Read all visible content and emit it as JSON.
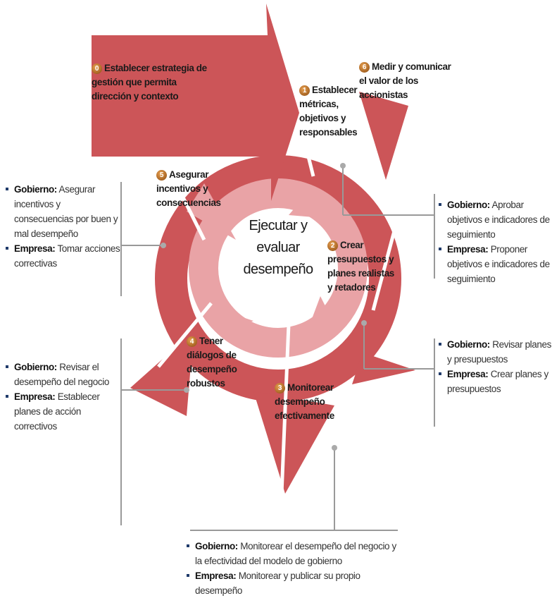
{
  "center_label": "Ejecutar y evaluar desempeño",
  "steps": [
    {
      "num": "0",
      "text": "Establecer estrategia de gestión que permita dirección y contexto"
    },
    {
      "num": "1",
      "text": "Establecer métricas, objetivos y responsables"
    },
    {
      "num": "2",
      "text": "Crear presupuestos y planes realistas y retadores"
    },
    {
      "num": "3",
      "text": "Monitorear desempeño efectivamente"
    },
    {
      "num": "4",
      "text": "Tener diálogos de desempeño robustos"
    },
    {
      "num": "5",
      "text": "Asegurar incentivos y consecuencias"
    },
    {
      "num": "6",
      "text": "Medir y comunicar el valor de los accionistas"
    }
  ],
  "notes": {
    "step1": {
      "gobierno_label": "Gobierno:",
      "gobierno": "Aprobar objetivos e indicadores de seguimiento",
      "empresa_label": "Empresa:",
      "empresa": "Proponer objetivos e indicadores de seguimiento"
    },
    "step2": {
      "gobierno_label": "Gobierno:",
      "gobierno": "Revisar planes y presupuestos",
      "empresa_label": "Empresa:",
      "empresa": "Crear planes y presupuestos"
    },
    "step3": {
      "gobierno_label": "Gobierno:",
      "gobierno": "Monitorear el desempeño del negocio y la efectividad del modelo de gobierno",
      "empresa_label": "Empresa:",
      "empresa": "Monitorear y publicar su propio desempeño"
    },
    "step4": {
      "gobierno_label": "Gobierno:",
      "gobierno": "Revisar el desempeño del negocio",
      "empresa_label": "Empresa:",
      "empresa": "Establecer planes de acción correctivos"
    },
    "step5": {
      "gobierno_label": "Gobierno:",
      "gobierno": "Asegurar incentivos y consecuencias por buen y mal desempeño",
      "empresa_label": "Empresa:",
      "empresa": "Tomar acciones correctivas"
    }
  },
  "colors": {
    "outer": "#cc5558",
    "inner": "#e9a3a6",
    "line": "#999999"
  }
}
